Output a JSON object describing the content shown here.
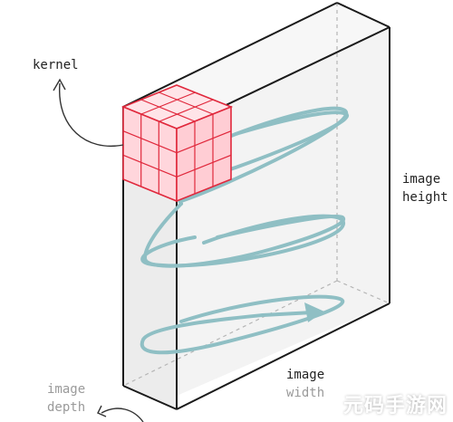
{
  "labels": {
    "kernel": "kernel",
    "image_height_line1": "image",
    "image_height_line2": "height",
    "image_width_line1": "image",
    "image_width_line2": "width",
    "image_depth_line1": "image",
    "image_depth_line2": "depth"
  },
  "watermark": "元码手游网",
  "colors": {
    "box_fill": "#f1f1f1",
    "box_front_fill": "#eaeaea",
    "box_edge": "#1a1a1a",
    "hidden_edge": "#b5b5b5",
    "kernel_fill": "#ffd9de",
    "kernel_edge": "#e0283c",
    "spiral": "#8fbfc4",
    "arrow": "#333333"
  },
  "kernel": {
    "grid": "3x3x3"
  }
}
